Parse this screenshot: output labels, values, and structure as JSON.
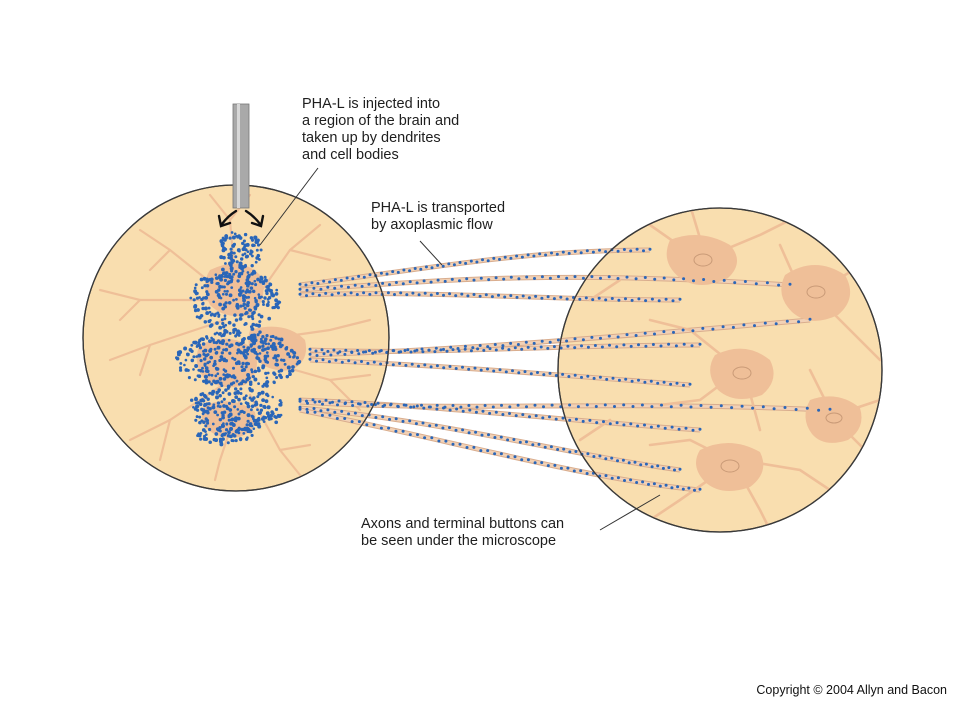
{
  "labels": {
    "injection": [
      "PHA-L is injected into",
      "a region of the brain and",
      "taken up by dendrites",
      "and cell bodies"
    ],
    "transport": [
      "PHA-L is transported",
      "by axoplasmic flow"
    ],
    "microscope": [
      "Axons and terminal buttons can",
      "be seen under the microscope"
    ]
  },
  "copyright": "Copyright © 2004 Allyn and Bacon",
  "colors": {
    "circle_fill": "#f9deaf",
    "circle_stroke": "#3a3a3a",
    "neuron_fill": "#efbf98",
    "axon_fill": "#f2d1b5",
    "dot_color": "#2a66b8",
    "pipette": "#a9a9a9",
    "leader_line": "#333333"
  }
}
